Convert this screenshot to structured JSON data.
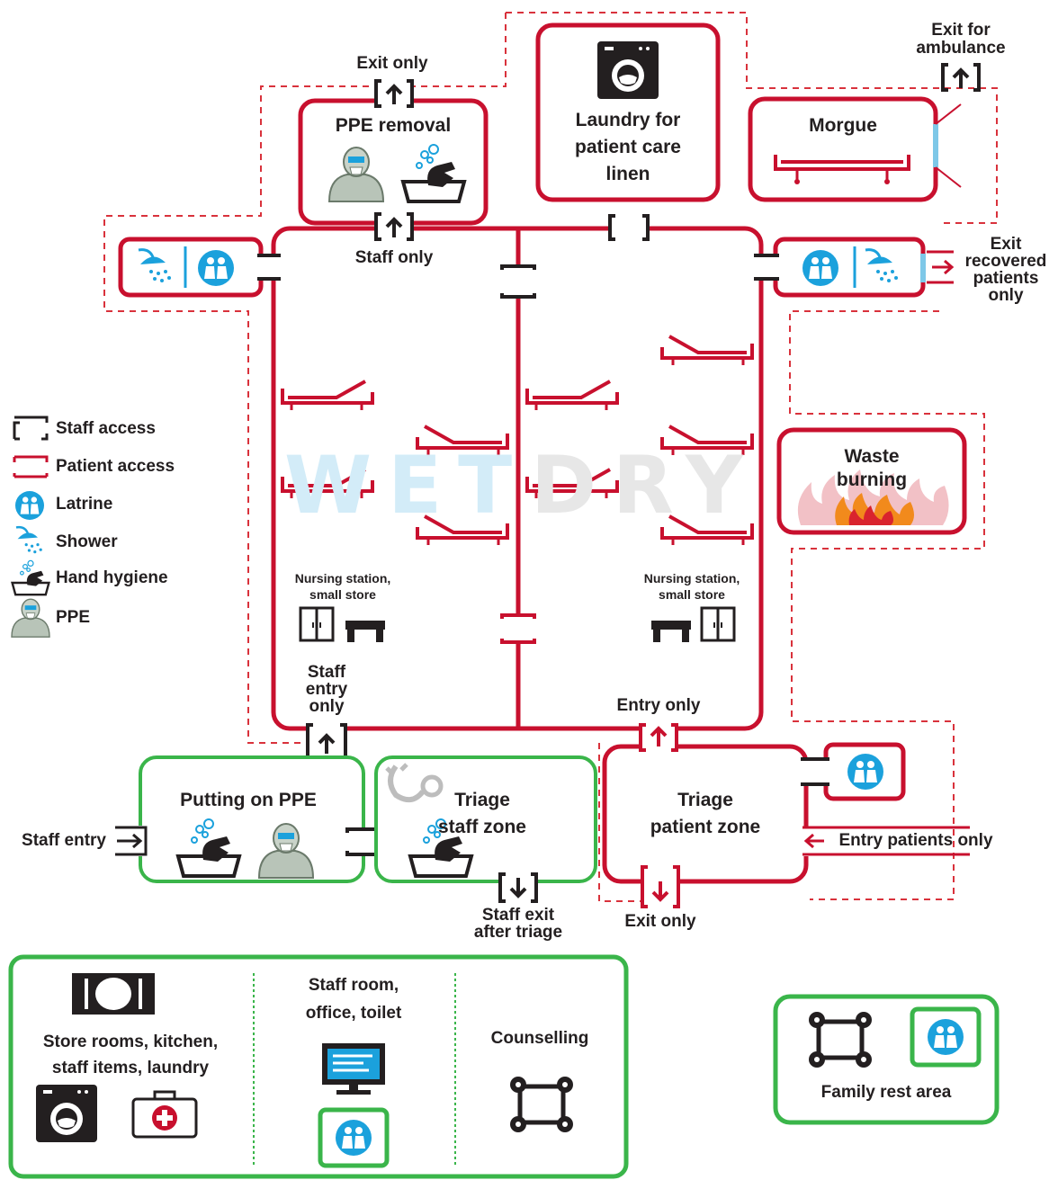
{
  "colors": {
    "red": "#c8102e",
    "green": "#3ab54a",
    "blue": "#1ba1dc",
    "dashed": "#d9323c",
    "black": "#231f20"
  },
  "rooms": {
    "ppe_removal": "PPE removal",
    "laundry": [
      "Laundry for",
      "patient care",
      "linen"
    ],
    "morgue": "Morgue",
    "waste": [
      "Waste",
      "burning"
    ],
    "putting_on_ppe": "Putting on PPE",
    "triage_staff": [
      "Triage",
      "staff zone"
    ],
    "triage_patient": [
      "Triage",
      "patient zone"
    ]
  },
  "labels": {
    "exit_only_top": "Exit only",
    "exit_ambulance": [
      "Exit for",
      "ambulance"
    ],
    "staff_only": "Staff only",
    "exit_recovered": [
      "Exit",
      "recovered",
      "patients",
      "only"
    ],
    "nursing_left": [
      "Nursing station,",
      "small store"
    ],
    "nursing_right": [
      "Nursing station,",
      "small store"
    ],
    "staff_entry_only": [
      "Staff",
      "entry",
      "only"
    ],
    "entry_only": "Entry only",
    "staff_entry": "Staff entry",
    "entry_patients_only": "Entry patients only",
    "staff_exit_after_triage": [
      "Staff exit",
      "after triage"
    ],
    "exit_only_bottom": "Exit only"
  },
  "watermark": {
    "wet": "WET",
    "dry": "DRY"
  },
  "legend": [
    {
      "label": "Staff access",
      "icon": "staff-access-bracket-icon"
    },
    {
      "label": "Patient access",
      "icon": "patient-access-bracket-icon"
    },
    {
      "label": "Latrine",
      "icon": "latrine-icon"
    },
    {
      "label": "Shower",
      "icon": "shower-icon"
    },
    {
      "label": "Hand hygiene",
      "icon": "hand-hygiene-icon"
    },
    {
      "label": "PPE",
      "icon": "ppe-icon"
    }
  ],
  "support_area": {
    "store": [
      "Store rooms, kitchen,",
      "staff items, laundry"
    ],
    "staff_room": [
      "Staff room,",
      "office, toilet"
    ],
    "counselling": "Counselling"
  },
  "family_area": "Family rest area"
}
